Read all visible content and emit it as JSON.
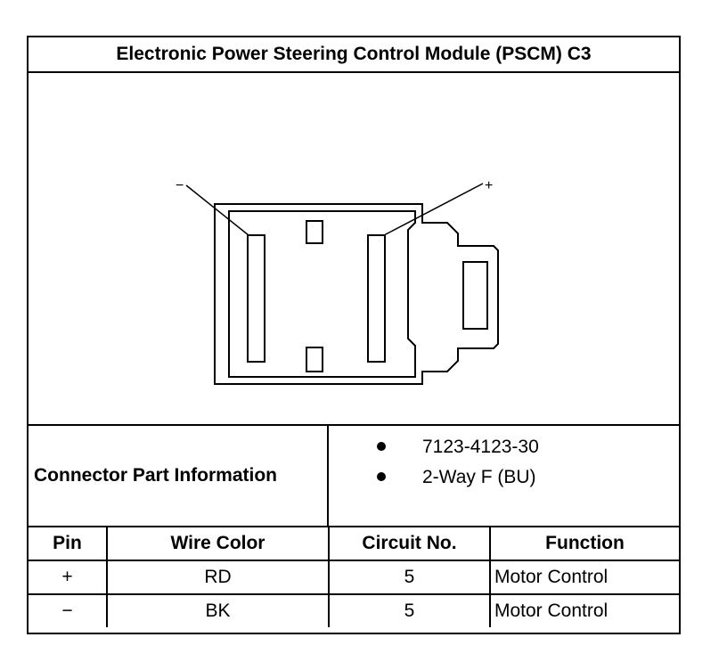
{
  "title": "Electronic Power Steering Control Module (PSCM) C3",
  "diagram": {
    "pin_labels": {
      "negative": "−",
      "positive": "+"
    }
  },
  "connector_info": {
    "label": "Connector Part Information",
    "items": [
      "7123-4123-30",
      "2-Way F (BU)"
    ]
  },
  "pin_table": {
    "headers": [
      "Pin",
      "Wire Color",
      "Circuit No.",
      "Function"
    ],
    "rows": [
      {
        "pin": "+",
        "wire_color": "RD",
        "circuit": "5",
        "function": "Motor Control"
      },
      {
        "pin": "−",
        "wire_color": "BK",
        "circuit": "5",
        "function": "Motor Control"
      }
    ]
  }
}
